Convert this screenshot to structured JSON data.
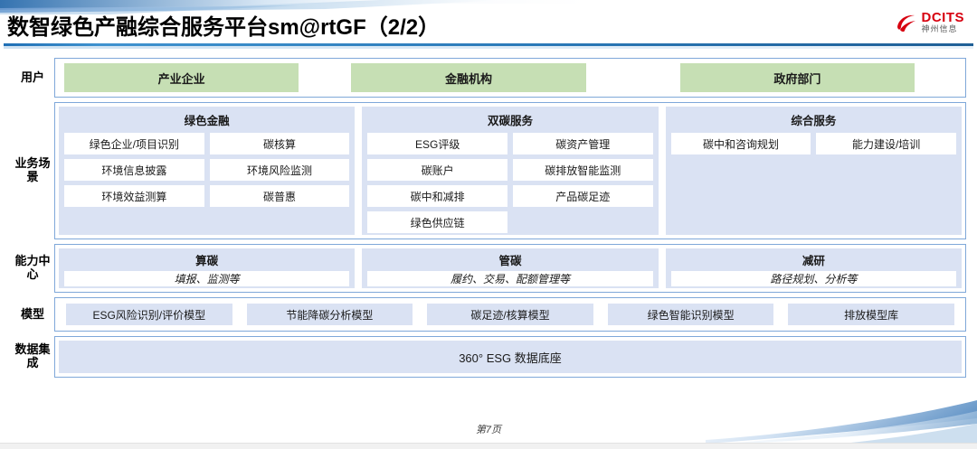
{
  "header": {
    "title": "数智绿色产融综合服务平台sm@rtGF（2/2）",
    "logo_en": "DCITS",
    "logo_cn": "神州信息"
  },
  "rows": {
    "users": {
      "label": "用户",
      "items": [
        "产业企业",
        "金融机构",
        "政府部门"
      ]
    },
    "business": {
      "label": "业务场景",
      "groups": [
        {
          "title": "绿色金融",
          "items": [
            "绿色企业/项目识别",
            "碳核算",
            "环境信息披露",
            "环境风险监测",
            "环境效益测算",
            "碳普惠"
          ]
        },
        {
          "title": "双碳服务",
          "items": [
            "ESG评级",
            "碳资产管理",
            "碳账户",
            "碳排放智能监测",
            "碳中和减排",
            "产品碳足迹",
            "绿色供应链"
          ]
        },
        {
          "title": "综合服务",
          "items": [
            "碳中和咨询规划",
            "能力建设/培训"
          ]
        }
      ]
    },
    "capability": {
      "label": "能力中心",
      "groups": [
        {
          "title": "算碳",
          "sub": "填报、监测等"
        },
        {
          "title": "管碳",
          "sub": "履约、交易、配额管理等"
        },
        {
          "title": "减研",
          "sub": "路径规划、分析等"
        }
      ]
    },
    "model": {
      "label": "模型",
      "items": [
        "ESG风险识别/评价模型",
        "节能降碳分析模型",
        "碳足迹/核算模型",
        "绿色智能识别模型",
        "排放模型库"
      ]
    },
    "data": {
      "label": "数据集成",
      "box": "360° ESG 数据底座"
    }
  },
  "footer": {
    "page": "第7页"
  },
  "colors": {
    "user_green": "#c6dfb4",
    "panel_blue": "#dae2f3",
    "border_blue": "#7fa8d9",
    "brand_red": "#d7000f",
    "rule_blue": "#2a79b8"
  }
}
